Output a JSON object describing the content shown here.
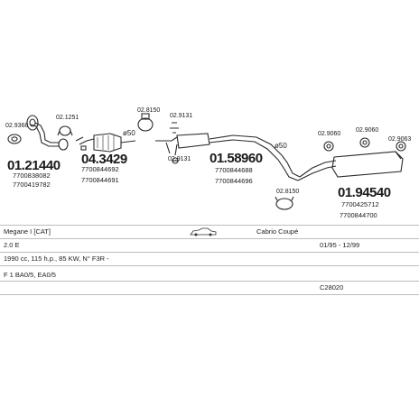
{
  "parts": [
    {
      "id": "p1",
      "number": "01.21440",
      "refs": [
        "7700838082",
        "7700419782"
      ]
    },
    {
      "id": "p2",
      "number": "04.3429",
      "refs": [
        "7700844692",
        "7700844691"
      ]
    },
    {
      "id": "p3",
      "number": "01.58960",
      "refs": [
        "7700844688",
        "7700844696"
      ]
    },
    {
      "id": "p4",
      "number": "01.94540",
      "refs": [
        "7700425712",
        "7700844700"
      ]
    }
  ],
  "accessories": {
    "a1": "02.9368",
    "a2": "02.1251",
    "a3": "02.8150",
    "a4": "02.9131",
    "a5": "02.9131",
    "a6": "02.9060",
    "a7": "02.9060",
    "a8": "02.9063",
    "a9": "02.8150"
  },
  "diameters": {
    "d1": "ø50",
    "d2": "ø50"
  },
  "info": {
    "model": "Megane I [CAT]",
    "body": "Cabrio Coupé",
    "engine": "2.0 E",
    "dates": "01/95 - 12/99",
    "spec": "1990 cc, 115 h.p., 85 KW, N° F3R -",
    "code_line": "F 1 BA0/5, EA0/5",
    "catalog": "C28020"
  },
  "colors": {
    "line": "#2a2a2a",
    "grid": "#bdbdbd"
  }
}
